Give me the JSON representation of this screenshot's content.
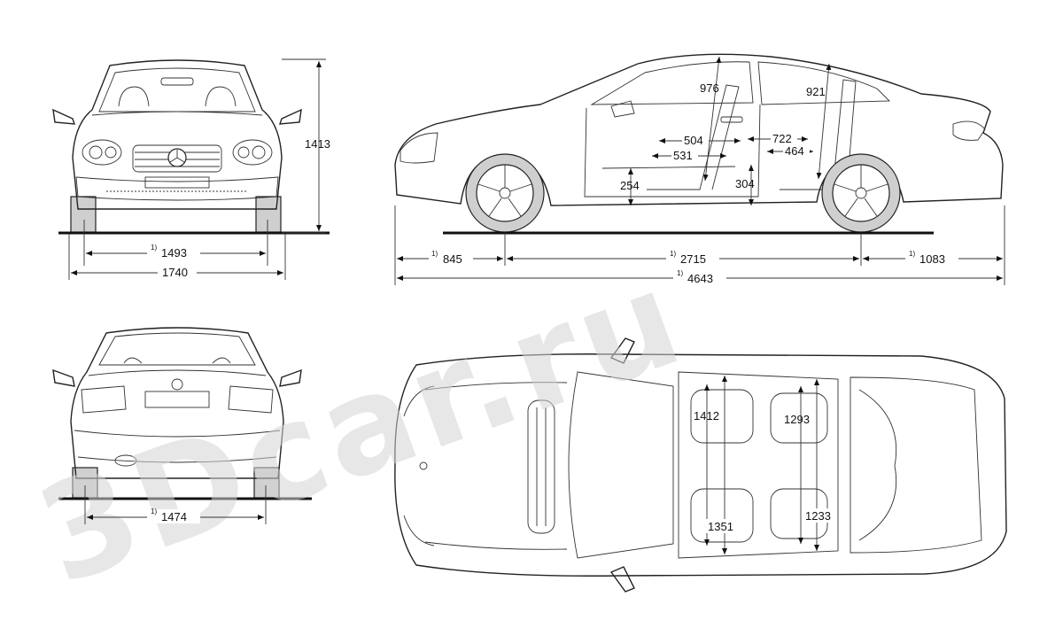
{
  "watermark": {
    "text": "3Dcar.ru"
  },
  "front_view": {
    "height": "1413",
    "track_footnote": "1)",
    "track": "1493",
    "width": "1740"
  },
  "rear_view": {
    "track_footnote": "1)",
    "track": "1474"
  },
  "side_view": {
    "front_overhang_footnote": "1)",
    "front_overhang": "845",
    "wheelbase_footnote": "1)",
    "wheelbase": "2715",
    "rear_overhang_footnote": "1)",
    "rear_overhang": "1083",
    "length_footnote": "1)",
    "length": "4643",
    "front_headroom": "976",
    "rear_headroom": "921",
    "front_seat_depth": "504",
    "front_legroom": "531",
    "rear_legroom": "722",
    "rear_seat_depth": "464",
    "front_seat_height": "254",
    "rear_seat_height": "304"
  },
  "top_view": {
    "front_shoulder_width": "1412",
    "rear_shoulder_width": "1293",
    "front_hip_width": "1351",
    "rear_hip_width": "1233"
  }
}
